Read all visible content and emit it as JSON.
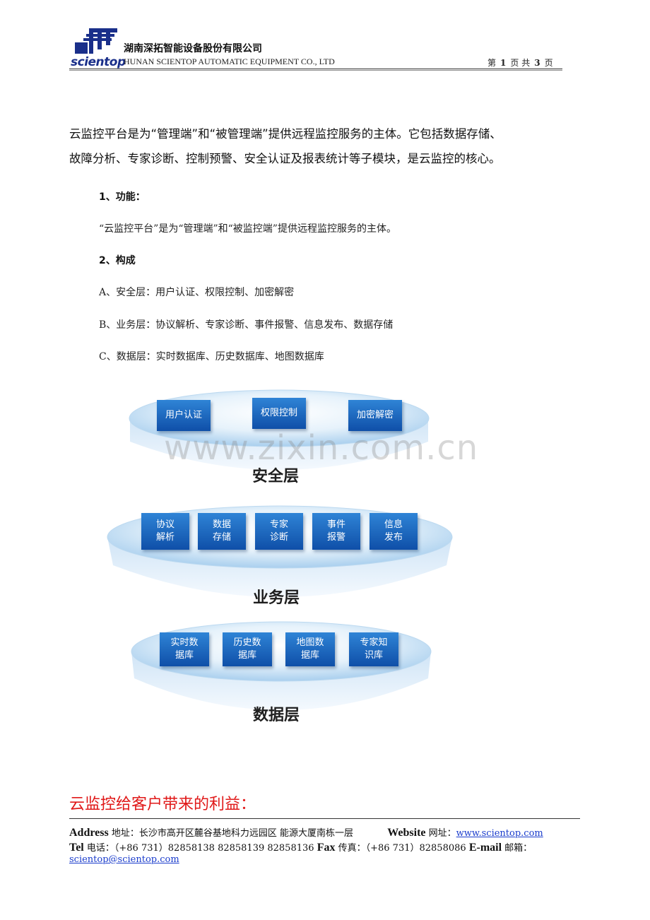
{
  "header": {
    "logo_text": "scientop",
    "company_cn": "湖南深拓智能设备股份有限公司",
    "company_en": "HUNAN SCIENTOP AUTOMATIC EQUIPMENT CO., LTD",
    "page_prefix": "第",
    "page_current": "1",
    "page_mid": "页  共",
    "page_total": "3",
    "page_suffix": "页"
  },
  "intro": {
    "line1": "云监控平台是为“管理端”和“被管理端”提供远程监控服务的主体。它包括数据存储、",
    "line2": "故障分析、专家诊断、控制预警、安全认证及报表统计等子模块，是云监控的核心。"
  },
  "sections": {
    "function_heading": "1、功能：",
    "function_text": "“云监控平台”是为“管理端”和“被监控端”提供远程监控服务的主体。",
    "composition_heading": "2、构成",
    "layer_a": "A、安全层：用户认证、权限控制、加密解密",
    "layer_b": "B、业务层：协议解析、专家诊断、事件报警、信息发布、数据存储",
    "layer_c": "C、数据层：实时数据库、历史数据库、地图数据库"
  },
  "diagram": {
    "watermark": "www.zixin.com.cn",
    "security": {
      "label": "安全层",
      "boxes": [
        "用户认证",
        "权限控制",
        "加密解密"
      ]
    },
    "business": {
      "label": "业务层",
      "boxes": [
        "协议\n解析",
        "数据\n存储",
        "专家\n诊断",
        "事件\n报警",
        "信息\n发布"
      ]
    },
    "data": {
      "label": "数据层",
      "boxes": [
        "实时数\n据库",
        "历史数\n据库",
        "地图数\n据库",
        "专家知\n识库"
      ]
    }
  },
  "benefit_heading": "云监控给客户带来的利益：",
  "footer": {
    "address_label": "Address",
    "address_cn": "地址：长沙市高开区麓谷基地科力远园区  能源大厦南栋一层",
    "website_label": "Website",
    "website_cn": "网址：",
    "website_url": "www.scientop.com",
    "tel_label": "Tel",
    "tel_text": "电话：（+86 731）82858138 82858139 82858136",
    "fax_label": "Fax",
    "fax_text": "传真：（+86 731）82858086",
    "email_label": "E-mail",
    "email_cn": "邮箱：",
    "email": "scientop@scientop.com"
  }
}
